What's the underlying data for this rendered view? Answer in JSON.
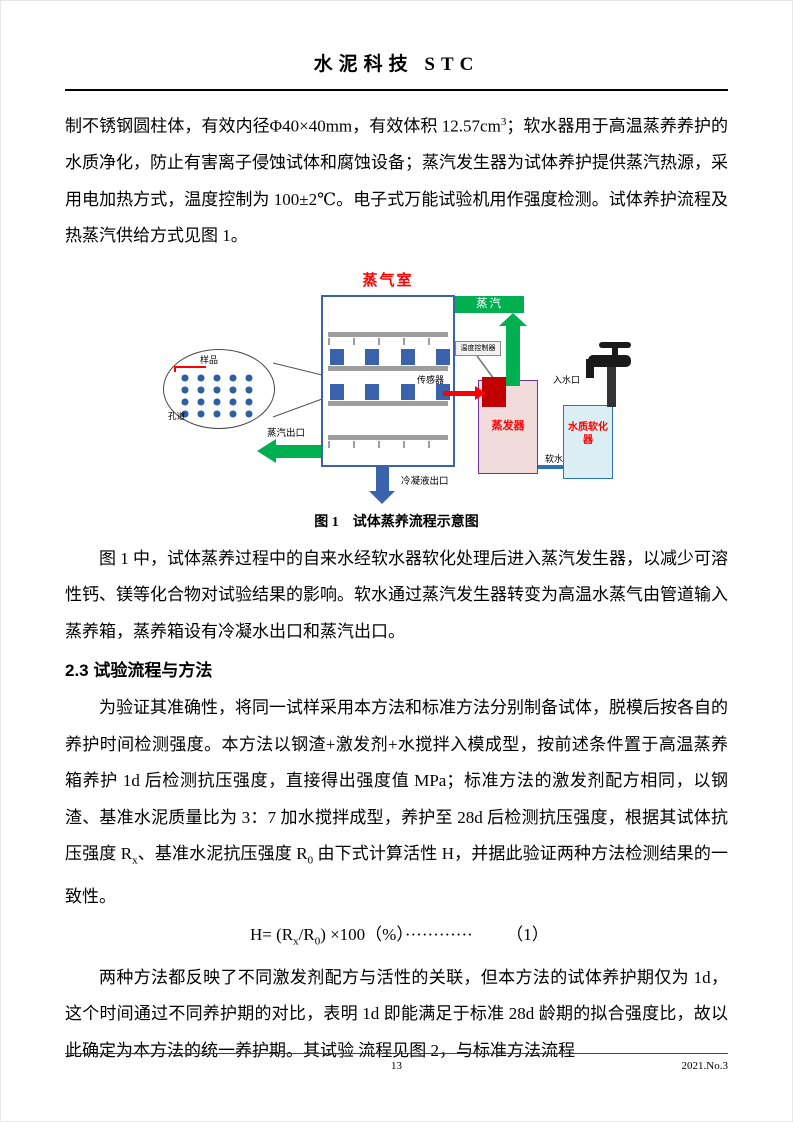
{
  "header": {
    "title": "水泥科技  STC"
  },
  "body": {
    "para1": {
      "p1": "制不锈钢圆柱体，有效内径Φ40×40mm，有效体积 12.57cm",
      "sup": "3",
      "p2": "；软水器用于高温蒸养养护的水质净化，防止有害离子侵蚀试体和腐蚀设备；蒸汽发生器为试体养护提供蒸汽热源，采用电加热方式，温度控制为 100±2℃。电子式万能试验机用作强度检测。试体养护流程及热蒸汽供给方式见图 1。"
    },
    "figure1": {
      "caption": "图 1　试体蒸养流程示意图",
      "labels": {
        "steam_chamber": "蒸气室",
        "steam": "蒸汽",
        "temp_controller": "温度控制器",
        "sensor": "传感器",
        "evaporator": "蒸发器",
        "water_softener": "水质软化器",
        "water_inlet": "入水口",
        "steam_outlet": "蒸汽出口",
        "condensate_outlet": "冷凝液出口",
        "soft_water": "软水",
        "sample": "样品",
        "channel": "孔道"
      }
    },
    "para2": "图 1 中，试体蒸养过程中的自来水经软水器软化处理后进入蒸汽发生器，以减少可溶性钙、镁等化合物对试验结果的影响。软水通过蒸汽发生器转变为高温水蒸气由管道输入蒸养箱，蒸养箱设有冷凝水出口和蒸汽出口。",
    "heading_2_3": "2.3 试验流程与方法",
    "para3": {
      "p1": "为验证其准确性，将同一试样采用本方法和标准方法分别制备试体，脱模后按各自的养护时间检测强度。本方法以钢渣+激发剂+水搅拌入模成型，按前述条件置于高温蒸养箱养护 1d 后检测抗压强度，直接得出强度值 MPa；标准方法的激发剂配方相同，以钢渣、基准水泥质量比为 3：7 加水搅拌成型，养护至 28d 后检测抗压强度，根据其试体抗压强度 R",
      "sub1": "x",
      "p2": "、基准水泥抗压强度 R",
      "sub2": "0",
      "p3": " 由下式计算活性 H，并据此验证两种方法检测结果的一致性。"
    },
    "formula1": {
      "lhs": "H= (R",
      "sub1": "x",
      "mid": "/R",
      "sub2": "0",
      "rhs": ") ×100（%）············",
      "number": "（1）"
    },
    "para4": "两种方法都反映了不同激发剂配方与活性的关联，但本方法的试体养护期仅为 1d，这个时间通过不同养护期的对比，表明 1d 即能满足于标准 28d 龄期的拟合强度比，故以此确定为本方法的统一养护期。其试验 流程见图 2，与标准方法流程",
    "footer": {
      "page_number": "13",
      "issue": "2021.No.3"
    }
  },
  "colors": {
    "label_red": "#FF0000",
    "heater_red": "#C00000",
    "pipe_green": "#00B050",
    "chamber_blue": "#3A62AD",
    "evaporator_fill": "#F2DCDB",
    "evaporator_border": "#7030A0",
    "softener_fill": "#DAEEF3",
    "softener_border": "#2E74B5"
  }
}
